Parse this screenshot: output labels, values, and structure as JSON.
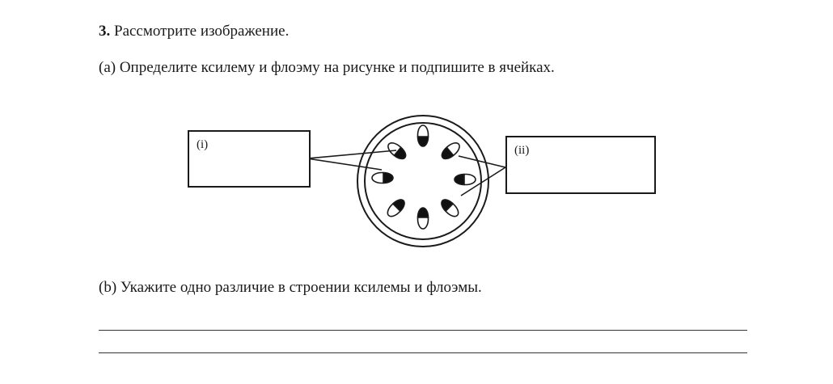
{
  "question": {
    "number": "3.",
    "prompt": "Рассмотрите изображение."
  },
  "part_a": {
    "text": "(a) Определите ксилему и флоэму на рисунке и подпишите в ячейках."
  },
  "labels": {
    "box_i": "(i)",
    "box_ii": "(ii)"
  },
  "part_b": {
    "text": "(b) Укажите одно различие в строении ксилемы и флоэмы."
  },
  "answer_lines": 2
}
